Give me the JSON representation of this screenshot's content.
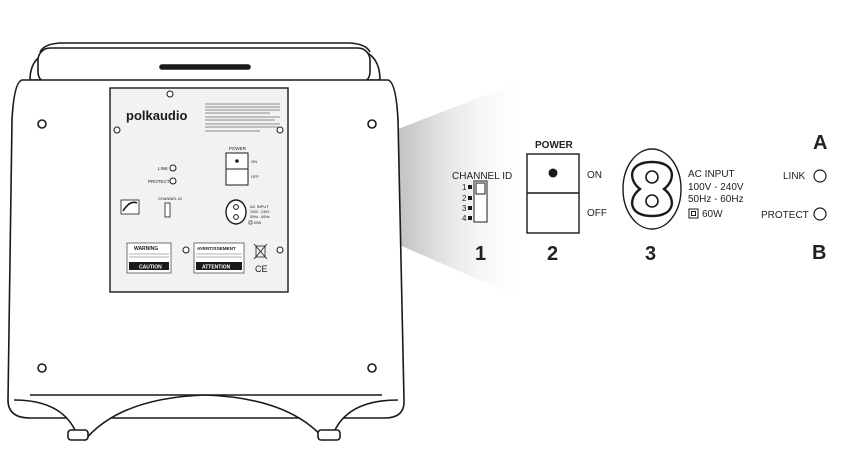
{
  "brand": "polkaudio",
  "panel": {
    "power_label": "POWER",
    "on_label": "ON",
    "off_label": "OFF",
    "link_label": "LINK",
    "protect_label": "PROTECT",
    "channel_label": "CHANNEL ID",
    "ac_label": "AC INPUT",
    "ac_voltage": "100V - 240V",
    "ac_freq": "50Hz - 60Hz",
    "watt": "60W",
    "warning_title": "WARNING",
    "warning_caution": "CAUTION",
    "avert_title": "AVERTISSEMENT",
    "avert_attention": "ATTENTION"
  },
  "callout": {
    "channel_id": "CHANNEL ID",
    "channel_numbers": [
      "1",
      "2",
      "3",
      "4"
    ],
    "power": "POWER",
    "on": "ON",
    "off": "OFF",
    "ac_input": "AC INPUT",
    "ac_voltage": "100V - 240V",
    "ac_freq": "50Hz - 60Hz",
    "watt": "60W",
    "link": "LINK",
    "protect": "PROTECT",
    "letter_a": "A",
    "letter_b": "B",
    "numbers": [
      "1",
      "2",
      "3"
    ]
  },
  "colors": {
    "line": "#1a1a1a",
    "cabinet_fill": "#ffffff",
    "panel_fill": "#f2f2f2",
    "beam_dark": "#8a8a8a",
    "beam_light": "#ffffff"
  }
}
